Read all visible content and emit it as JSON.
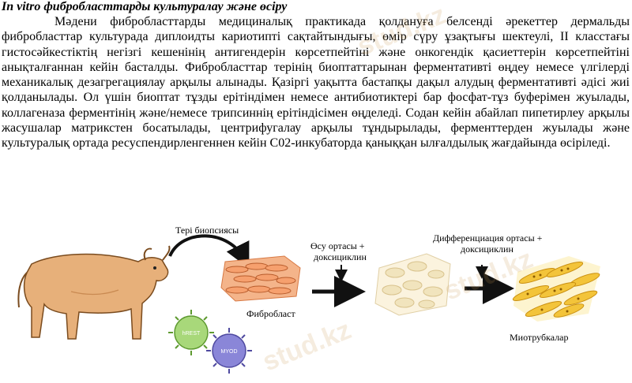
{
  "heading": "In vitro фибробласттарды культуралау және өсіру",
  "paragraph": "Мәдени фибробласттарды медициналық практикада қолдануға белсенді әрекеттер дермальды фибробласттар культурада диплоидты кариотипті сақтайтындығы, өмір сүру ұзақтығы шектеулі, II класстағы гистосәйкестіктің негізгі кешенінің антигендерін көрсетпейтіні және онкогендік қасиеттерін көрсетпейтіні анықталғаннан кейін басталды. Фибробласттар терінің биоптаттарынан ферментативті өңдеу немесе үлгілерді механикалық дезагрегациялау арқылы алынады. Қазіргі уақытта бастапқы дақыл алудың ферментативті әдісі жиі қолданылады. Ол үшін биоптат тұзды ерітіндімен немесе антибиотиктері бар фосфат-тұз буферімен жуылады, коллагеназа ферментінің және/немесе трипсиннің ерітіндісімен өңделеді. Содан кейін абайлап пипетирлеу арқылы жасушалар матрикстен босатылады, центрифугалау арқылы тұндырылады, ферменттерден жуылады және культуралық ортада ресуспендирленгеннен кейін C02-инкубаторда қаныққан ылғалдылық жағдайында өсіріледі.",
  "diagram": {
    "skin_biopsy": "Тері биопсиясы",
    "fibroblast": "Фибробласт",
    "growth_medium": "Өсу ортасы +",
    "growth_medium_2": "доксициклин",
    "diff_medium": "Дифференциация ортасы +",
    "diff_medium_2": "доксициклин",
    "myotubes": "Миотрубкалар",
    "virus_1": "hREST",
    "virus_2": "MYOD"
  },
  "watermark": "stud.kz"
}
